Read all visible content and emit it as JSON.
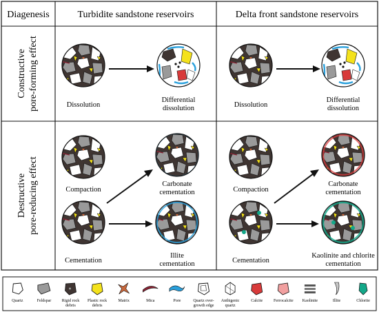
{
  "header": {
    "diagenesis": "Diagenesis",
    "turbidite": "Turbidite sandstone reservoirs",
    "delta": "Delta front sandstone reservoirs"
  },
  "rows": {
    "constructive": [
      "Constructive",
      "pore-forming effect"
    ],
    "destructive": [
      "Destructive",
      "pore-reducing effect"
    ]
  },
  "labels": {
    "t_dissolution": "Dissolution",
    "t_diff": [
      "Differential",
      "dissolution"
    ],
    "d_dissolution": "Dissolution",
    "d_diff": [
      "Differential",
      "dissolution"
    ],
    "t_compaction": "Compaction",
    "t_carbonate": [
      "Carbonate",
      "cementation"
    ],
    "t_cementation": "Cementation",
    "t_illite": [
      "Illite",
      "cementation"
    ],
    "d_compaction": "Compaction",
    "d_carbonate": [
      "Carbonate",
      "cementation"
    ],
    "d_cementation": "Cementation",
    "d_kaolinite": [
      "Kaolinite and chlorite",
      "cementation"
    ]
  },
  "legend": [
    {
      "label": [
        "Quartz"
      ],
      "icon": "quartz-icon"
    },
    {
      "label": [
        "Feldspar"
      ],
      "icon": "feldspar-icon"
    },
    {
      "label": [
        "Rigid rock",
        "debris"
      ],
      "icon": "rigid-rock-debris-icon"
    },
    {
      "label": [
        "Plastic rock",
        "debris"
      ],
      "icon": "plastic-rock-debris-icon"
    },
    {
      "label": [
        "Matrix"
      ],
      "icon": "matrix-icon"
    },
    {
      "label": [
        "Mica"
      ],
      "icon": "mica-icon"
    },
    {
      "label": [
        "Pore"
      ],
      "icon": "pore-icon"
    },
    {
      "label": [
        "Quartz over-",
        "growth edge"
      ],
      "icon": "quartz-overgrowth-edge-icon"
    },
    {
      "label": [
        "Anthigenic",
        "quartz"
      ],
      "icon": "anthigenic-quartz-icon"
    },
    {
      "label": [
        "Calcite"
      ],
      "icon": "calcite-icon"
    },
    {
      "label": [
        "Ferrocalcite"
      ],
      "icon": "ferrocalcite-icon"
    },
    {
      "label": [
        "Kaolinite"
      ],
      "icon": "kaolinite-icon"
    },
    {
      "label": [
        "Illite"
      ],
      "icon": "illite-icon"
    },
    {
      "label": [
        "Chlorite"
      ],
      "icon": "chlorite-icon"
    }
  ],
  "colors": {
    "quartz": "#ffffff",
    "feldspar": "#9a9a9a",
    "rigid": "#3f3532",
    "plastic": "#f4e21c",
    "matrix": "#c9683c",
    "mica": "#8b2333",
    "pore": "#2aa0dc",
    "calcite": "#d83a3a",
    "ferrocalcite": "#f2a0a0",
    "illite": "#c8c8c8",
    "chlorite": "#13a889"
  }
}
